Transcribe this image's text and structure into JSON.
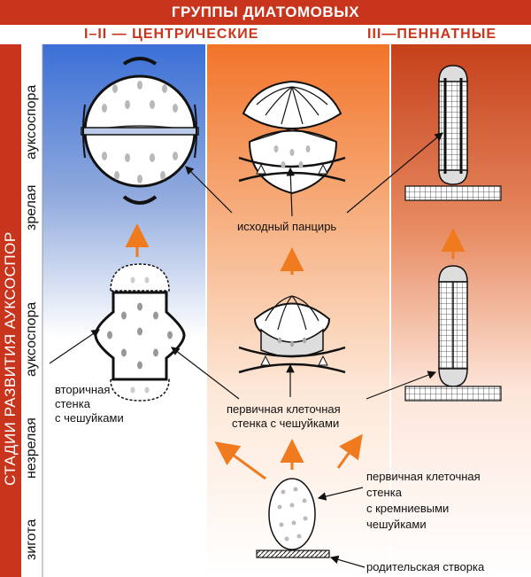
{
  "header": {
    "title": "ГРУППЫ ДИАТОМОВЫХ",
    "centric": "I–II — ЦЕНТРИЧЕСКИЕ",
    "pennate": "III—ПЕННАТНЫЕ"
  },
  "side": {
    "main": "СТАДИИ РАЗВИТИЯ АУКСОСПОР",
    "stage_mature_1": "зрелая",
    "stage_mature_2": "ауксоспора",
    "stage_immature_1": "незрелая",
    "stage_immature_2": "ауксоспора",
    "stage_zygote": "зигота"
  },
  "labels": {
    "original_frustule": "исходный панцирь",
    "secondary_wall": [
      "вторичная",
      "стенка",
      "с чешуйками"
    ],
    "primary_wall_scales": [
      "первичная клеточная",
      "стенка с чешуйками"
    ],
    "primary_wall_silica": [
      "первичная клеточная",
      "стенка",
      "с кремниевыми",
      "чешуйками"
    ],
    "parent_valve": "родительская створка"
  },
  "colors": {
    "accent": "#c9341c",
    "arrow": "#f07a1e",
    "col1_top": "#3b6fd6",
    "col2_top": "#f2742a",
    "col3_top": "#c5401a"
  }
}
